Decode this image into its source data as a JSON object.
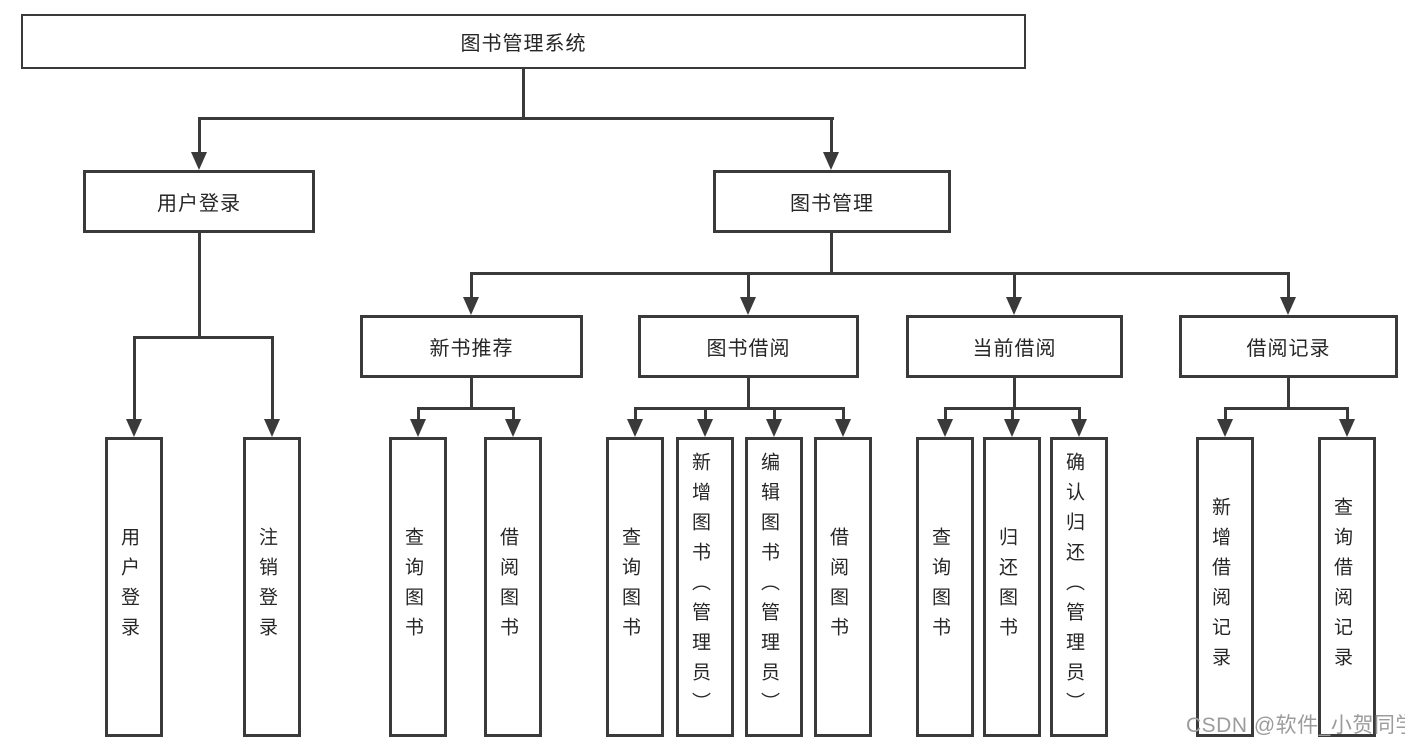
{
  "tree": {
    "root": {
      "label": "图书管理系统"
    },
    "level2": [
      {
        "label": "用户登录"
      },
      {
        "label": "图书管理"
      }
    ],
    "level3": [
      {
        "label": "新书推荐"
      },
      {
        "label": "图书借阅"
      },
      {
        "label": "当前借阅"
      },
      {
        "label": "借阅记录"
      }
    ],
    "leaves": [
      {
        "label": "用户登录"
      },
      {
        "label": "注销登录"
      },
      {
        "label": "查询图书"
      },
      {
        "label": "借阅图书"
      },
      {
        "label": "查询图书"
      },
      {
        "label": "新增图书（管理员）"
      },
      {
        "label": "编辑图书（管理员）"
      },
      {
        "label": "借阅图书"
      },
      {
        "label": "查询图书"
      },
      {
        "label": "归还图书"
      },
      {
        "label": "确认归还（管理员）"
      },
      {
        "label": "新增借阅记录"
      },
      {
        "label": "查询借阅记录"
      }
    ]
  },
  "watermark": "CSDN @软件_小贺同学",
  "colors": {
    "line": "#3a3a3a",
    "text": "#262626",
    "watermark": "#9c9c9c",
    "background": "#ffffff"
  }
}
